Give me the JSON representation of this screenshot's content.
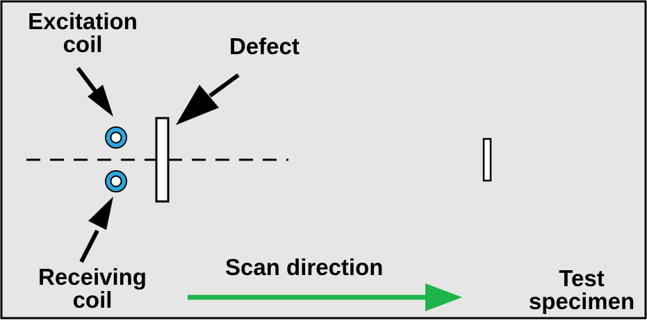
{
  "labels": {
    "excitation_coil": [
      "Excitation",
      "coil"
    ],
    "receiving_coil": [
      "Receiving",
      "coil"
    ],
    "defect": "Defect",
    "scan_direction": "Scan direction",
    "test_specimen": [
      "Test",
      "specimen"
    ]
  },
  "colors": {
    "specimen_fill": "#e6e6e6",
    "border": "#000000",
    "coil_ring": "#29a8e0",
    "scan_arrow": "#1db54a",
    "defect_fill": "#ffffff"
  }
}
